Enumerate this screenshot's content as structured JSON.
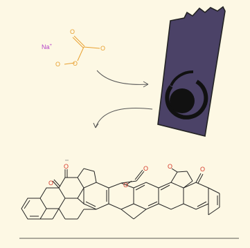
{
  "reagent": {
    "cation": "Na",
    "cation_charge": "+",
    "oxygen_labels": [
      "O",
      "O",
      "O",
      "O"
    ]
  },
  "product": {
    "oxygen_labels": [
      "O",
      "O",
      "O",
      "O",
      "O",
      "O"
    ]
  },
  "colors": {
    "background": "#fdf8e4",
    "sodium": "#b43fc8",
    "carbonate": "#e8a02f",
    "device_body": "#4b4267",
    "device_outline": "#222222",
    "device_symbol": "#111111",
    "product_bonds": "#222222",
    "product_oxygen": "#d63a2a",
    "arrow": "#555555"
  },
  "icons": {
    "device": "electrode-icon",
    "arrow_in": "curved-arrow-icon",
    "arrow_out": "curved-arrow-icon"
  }
}
